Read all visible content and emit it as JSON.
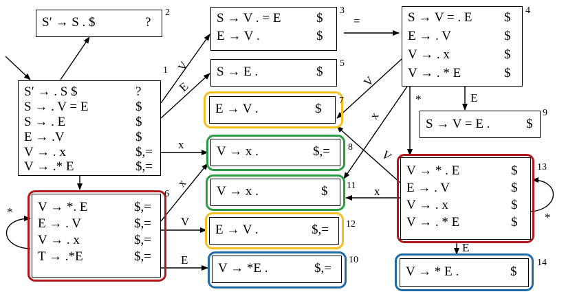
{
  "colors": {
    "red": "#b2171c",
    "green": "#2a9d44",
    "yellow": "#f4c020",
    "blue": "#1f6aa8"
  },
  "states": {
    "s1": {
      "num": "1",
      "items": [
        {
          "prod": "S′ → . S $",
          "la": "?"
        },
        {
          "prod": "S → . V = E",
          "la": "$"
        },
        {
          "prod": "S → . E",
          "la": "$"
        },
        {
          "prod": "E → .V",
          "la": "$"
        },
        {
          "prod": "V → . x",
          "la": "$,="
        },
        {
          "prod": "V → .* E",
          "la": "$,="
        }
      ]
    },
    "s2": {
      "num": "2",
      "items": [
        {
          "prod": "S′ → S . $",
          "la": "?"
        }
      ]
    },
    "s3": {
      "num": "3",
      "items": [
        {
          "prod": "S → V . = E",
          "la": "$"
        },
        {
          "prod": "E → V .",
          "la": "$"
        }
      ]
    },
    "s4": {
      "num": "4",
      "items": [
        {
          "prod": "S → V = . E",
          "la": "$"
        },
        {
          "prod": "E → . V",
          "la": "$"
        },
        {
          "prod": "V → . x",
          "la": "$"
        },
        {
          "prod": "V → . * E",
          "la": "$"
        }
      ]
    },
    "s5": {
      "num": "5",
      "items": [
        {
          "prod": "S → E .",
          "la": "$"
        }
      ]
    },
    "s6": {
      "num": "6",
      "items": [
        {
          "prod": "V → *. E",
          "la": "$,="
        },
        {
          "prod": "E → . V",
          "la": "$,="
        },
        {
          "prod": "V → . x",
          "la": "$,="
        },
        {
          "prod": "T → .*E",
          "la": "$,="
        }
      ]
    },
    "s7": {
      "num": "7",
      "items": [
        {
          "prod": "E → V .",
          "la": "$"
        }
      ]
    },
    "s8": {
      "num": "8",
      "items": [
        {
          "prod": "V → x .",
          "la": "$,="
        }
      ]
    },
    "s9": {
      "num": "9",
      "items": [
        {
          "prod": "S → V = E .",
          "la": "$"
        }
      ]
    },
    "s10": {
      "num": "10",
      "items": [
        {
          "prod": "V → *E .",
          "la": "$,="
        }
      ]
    },
    "s11": {
      "num": "11",
      "items": [
        {
          "prod": "V → x .",
          "la": "$"
        }
      ]
    },
    "s12": {
      "num": "12",
      "items": [
        {
          "prod": "E → V .",
          "la": "$,="
        }
      ]
    },
    "s13": {
      "num": "13",
      "items": [
        {
          "prod": "V → * . E",
          "la": "$"
        },
        {
          "prod": "E → . V",
          "la": "$"
        },
        {
          "prod": "V → . x",
          "la": "$"
        },
        {
          "prod": "V → . * E",
          "la": "$"
        }
      ]
    },
    "s14": {
      "num": "14",
      "items": [
        {
          "prod": "V → * E .",
          "la": "$"
        }
      ]
    }
  },
  "edges": {
    "e1_3": "V",
    "e1_5": "E",
    "e1_8": "x",
    "e1_6x": "x",
    "e6_12": "V",
    "e6_10": "E",
    "e6_self": "*",
    "e3_4": "=",
    "e4_7": "V",
    "e4_11": "x",
    "e4_13": "*",
    "e4_9": "E",
    "e13_7": "V",
    "e13_11": "x",
    "e13_self": "*",
    "e13_14": "E"
  }
}
